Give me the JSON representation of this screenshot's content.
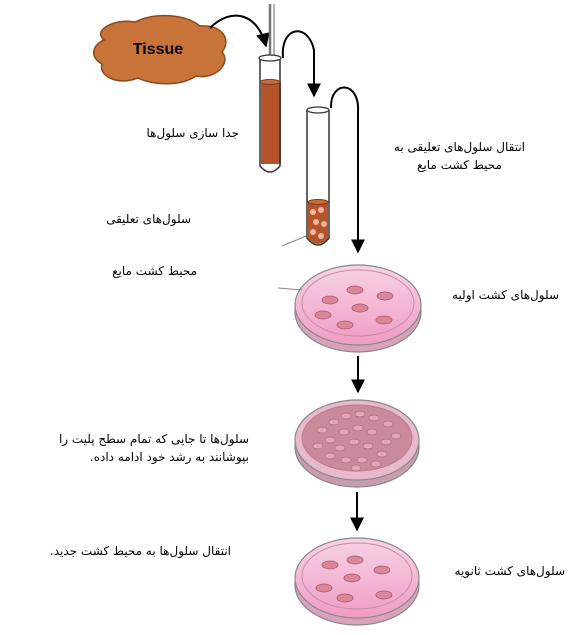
{
  "tissue_label": "Tissue",
  "labels": {
    "cell_separation": "جدا سازی سلول‌ها",
    "suspended_cells": "سلول‌های تعلیقی",
    "liquid_medium": "محیط کشت مایع",
    "transfer_to_medium_line1": "انتقال سلول‌های تعلیقی به",
    "transfer_to_medium_line2": "محیط کشت مایع",
    "primary_culture": "سلول‌های کشت اولیه",
    "grow_line1": "سلول‌ها تا جایی که تمام سطح پلیت را",
    "grow_line2": "بپوشانند به رشد خود ادامه داده.",
    "transfer_new_medium": "انتقال سلول‌ها به محیط کشت جدید.",
    "secondary_culture": "سلول‌های کشت ثانویه"
  },
  "colors": {
    "tissue": "#c8733a",
    "liquid": "#b5532a",
    "dish_fill": "#f3bfd8",
    "cell_fill": "#d9889a"
  }
}
